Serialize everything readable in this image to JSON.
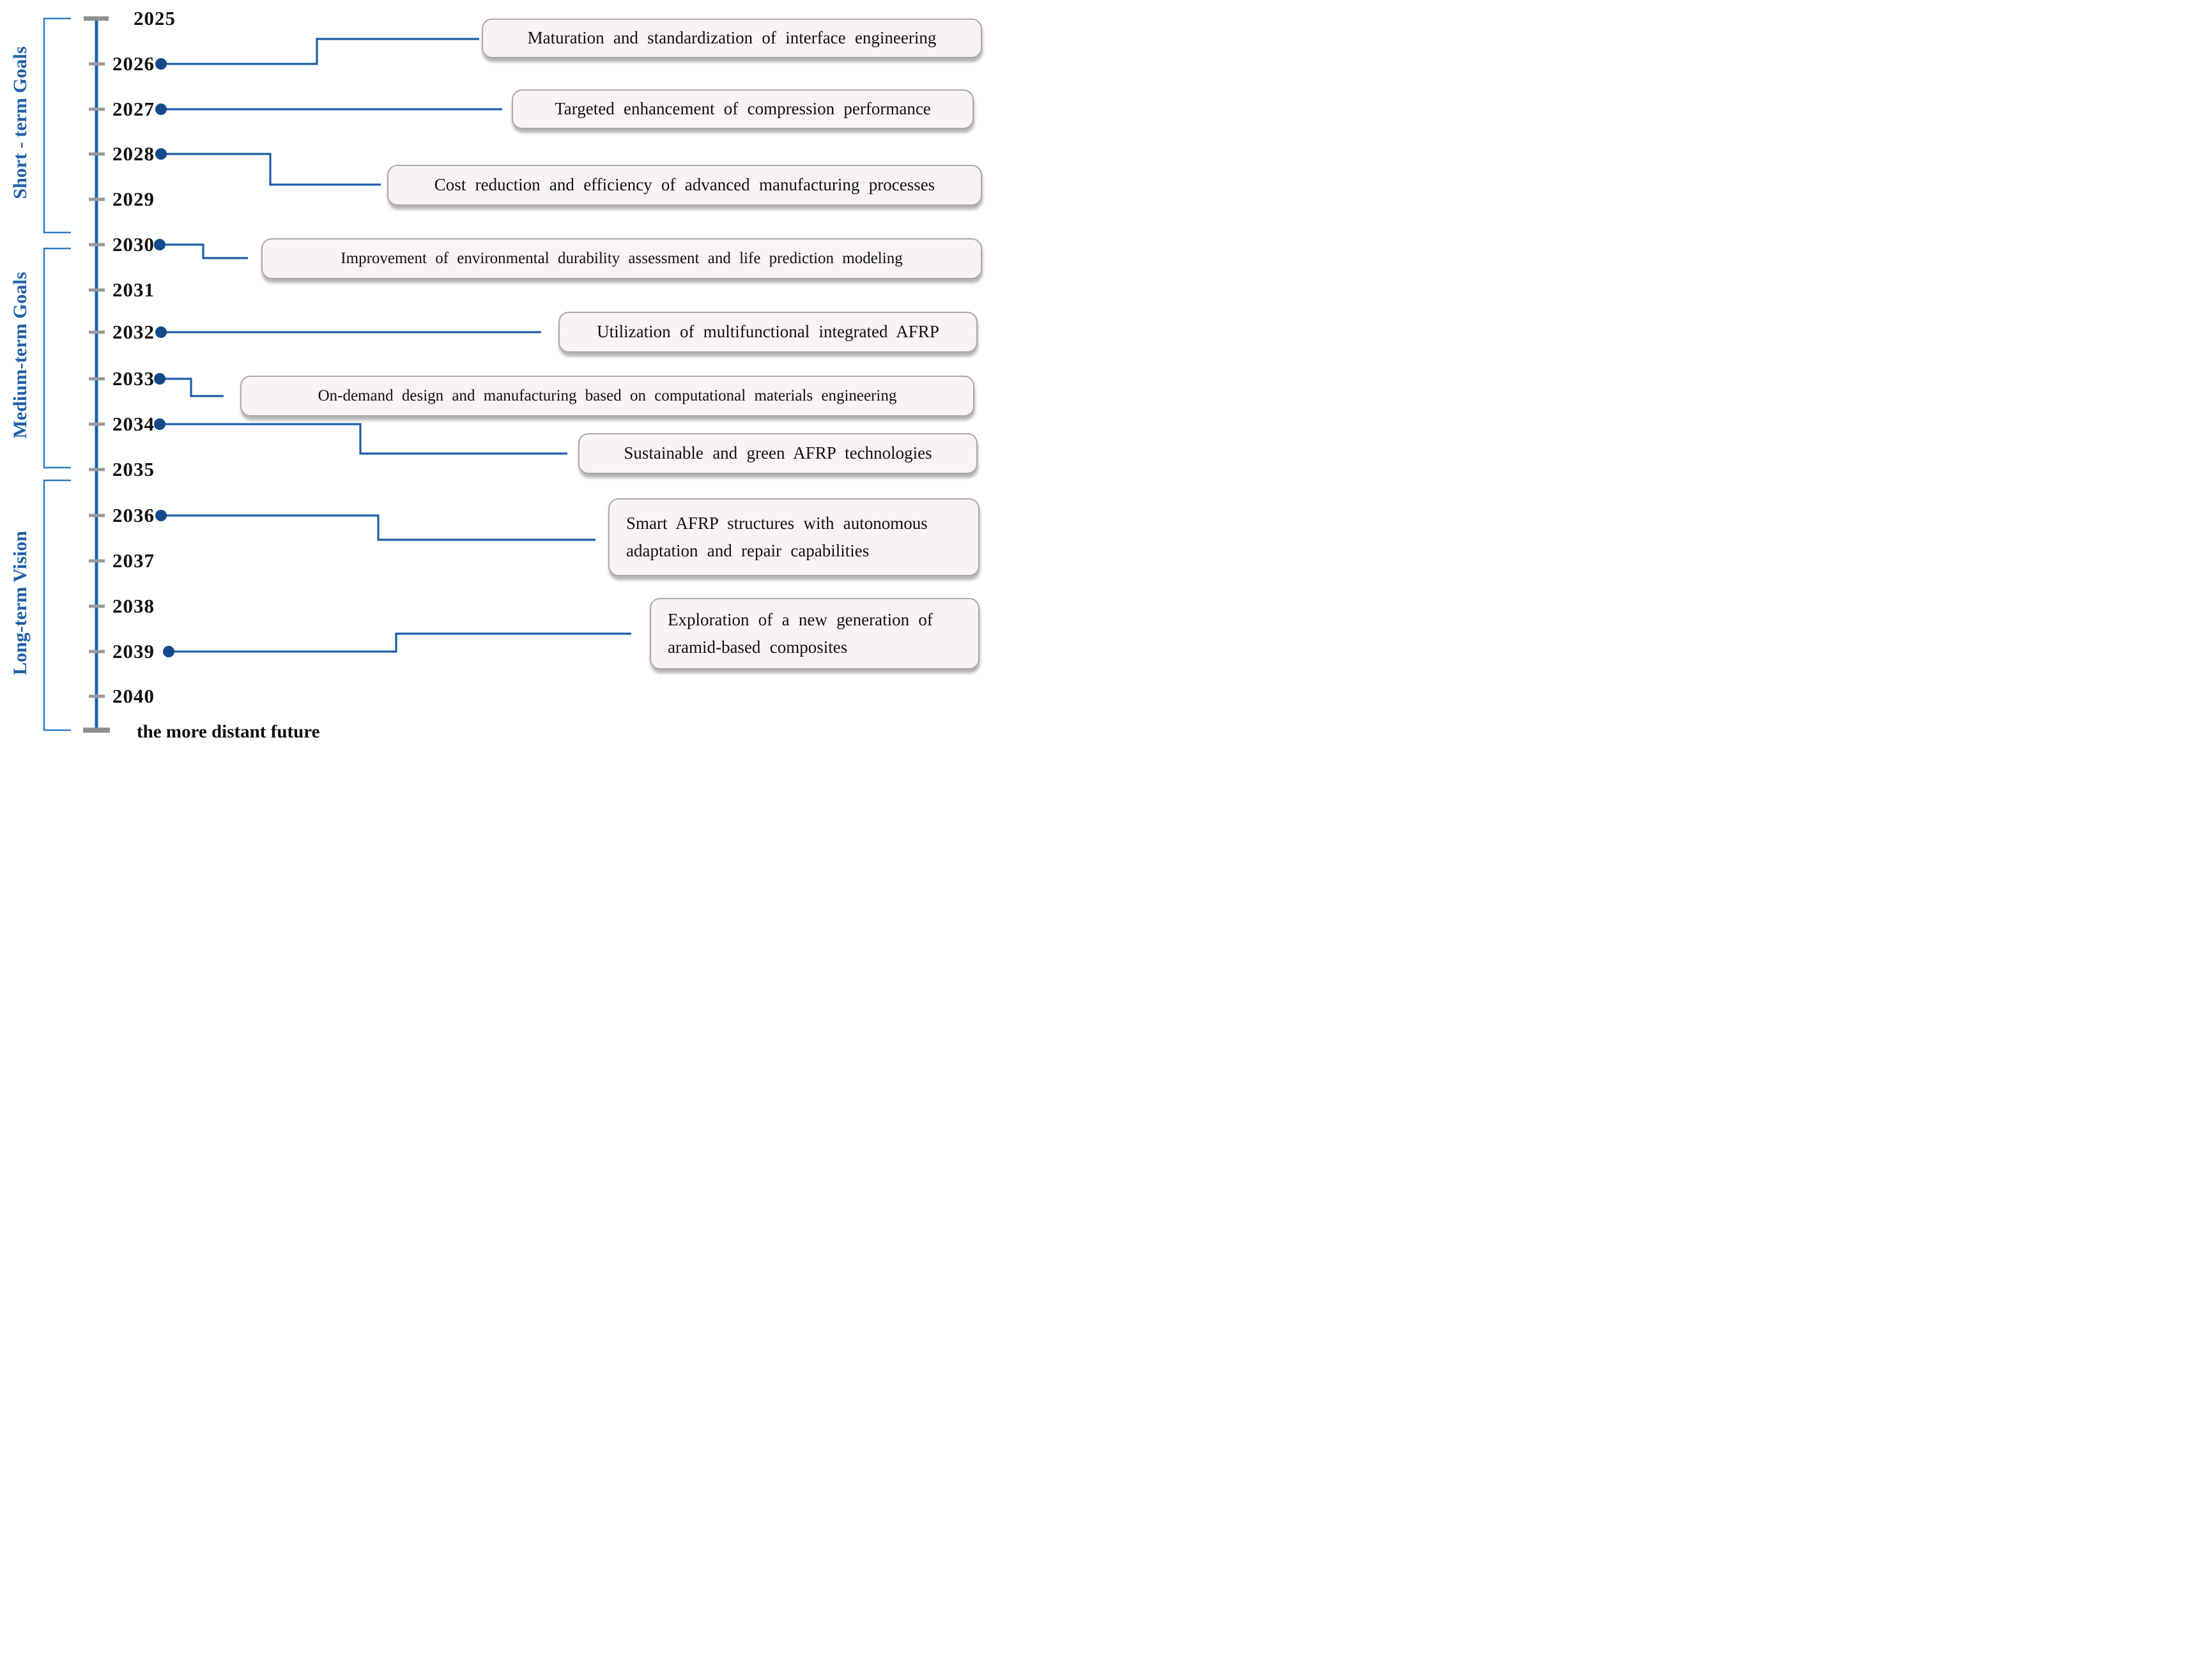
{
  "diagram_title": "AFRP development roadmap timeline 2025-2040",
  "colors": {
    "accent": "#1c5fa8",
    "accent_dark": "#134a8a",
    "bracket": "#2e7cc3",
    "label_blue": "#1e5fa9",
    "box_bg": "#f9f3f5",
    "box_border": "#a9a9a9",
    "tick_gray": "#999999"
  },
  "groups": [
    {
      "label": "Short - term Goals"
    },
    {
      "label": "Medium-term Goals"
    },
    {
      "label": "Long-term Vision"
    }
  ],
  "timeline": {
    "years": [
      {
        "label": "2025",
        "dot": false
      },
      {
        "label": "2026",
        "dot": true
      },
      {
        "label": "2027",
        "dot": true
      },
      {
        "label": "2028",
        "dot": true
      },
      {
        "label": "2029",
        "dot": false
      },
      {
        "label": "2030",
        "dot": true
      },
      {
        "label": "2031",
        "dot": false
      },
      {
        "label": "2032",
        "dot": true
      },
      {
        "label": "2033",
        "dot": true
      },
      {
        "label": "2034",
        "dot": true
      },
      {
        "label": "2035",
        "dot": false
      },
      {
        "label": "2036",
        "dot": true
      },
      {
        "label": "2037",
        "dot": false
      },
      {
        "label": "2038",
        "dot": false
      },
      {
        "label": "2039",
        "dot": true
      },
      {
        "label": "2040",
        "dot": false
      }
    ],
    "end_label": "the more distant future"
  },
  "milestones": [
    {
      "year": "2026",
      "text": "Maturation and standardization of interface engineering"
    },
    {
      "year": "2027",
      "text": "Targeted enhancement of compression performance"
    },
    {
      "year": "2028",
      "text": "Cost reduction and efficiency of advanced manufacturing processes"
    },
    {
      "year": "2030",
      "text": "Improvement of environmental durability assessment and life prediction modeling"
    },
    {
      "year": "2032",
      "text": "Utilization of multifunctional integrated AFRP"
    },
    {
      "year": "2033",
      "text": "On-demand design and manufacturing based on computational materials engineering"
    },
    {
      "year": "2034",
      "text": "Sustainable and green AFRP technologies"
    },
    {
      "year": "2036",
      "text": "Smart AFRP structures with autonomous adaptation and repair capabilities"
    },
    {
      "year": "2039",
      "text": "Exploration of a new generation of aramid-based composites"
    }
  ]
}
